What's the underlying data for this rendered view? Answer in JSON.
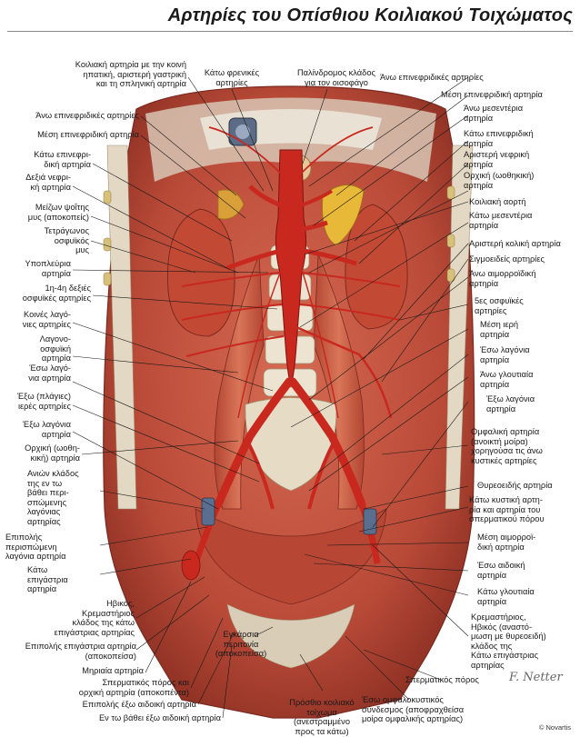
{
  "title": "Αρτηρίες του Οπίσθιου Κοιλιακού Τοιχώματος",
  "credit": "© Novartis",
  "signature": "F. Netter",
  "labels": {
    "L1": "Κοιλιακή αρτηρία με την κοινή\nηπατική, αριστερή γαστρική\nκαι τη σπληνική αρτηρία",
    "L2": "Άνω επινεφριδικές αρτηρίες",
    "L3": "Μέση επινεφριδική αρτηρία",
    "L4": "Κάτω επινεφρι-\nδική αρτηρία",
    "L5": "Δεξιά νεφρι-\nκή αρτηρία",
    "L6": "Μείζων ψοΐτης\nμυς (αποκοπείς)",
    "L7": "Τετράγωνος\nοσφυϊκός\nμυς",
    "L8": "Υποπλεύρια\nαρτηρία",
    "L9": "1η-4η δεξιές\nοσφυϊκές αρτηρίες",
    "L10": "Κοινές λαγό-\nνιες αρτηρίες",
    "L11": "Λαγονο-\nοσφυϊκή\nαρτηρία",
    "L12": "Έσω λαγό-\nνια αρτηρία",
    "L13": "Έξω (πλάγιες)\nιερές αρτηρίες",
    "L14": "Έξω λαγόνια\nαρτηρία",
    "L15": "Ορχική (ωοθη-\nκική) αρτηρία",
    "L16": "Ανιών κλάδος\nτης εν τω\nβάθει περι-\nσπώμενης\nλαγόνιας\nαρτηρίας",
    "L17": "Επιπολής\nπερισπώμενη\nλαγόνια αρτηρία",
    "L18": "Κάτω\nεπιγάστρια\nαρτηρία",
    "L19": "Ηβικός,\nΚρεμαστήριος\nκλάδος της κάτω\nεπιγάστριας αρτηρίας",
    "L20": "Επιπολής επιγάστρια αρτηρία\n(αποκοπείσα)",
    "L21": "Μηριαία αρτηρία",
    "L22": "Σπερματικός πόρος και\nορχική αρτηρία (αποκοπέντα)",
    "L23": "Επιπολής έξω αιδοική αρτηρία",
    "L24": "Εν τω βάθει έξω αιδοική αρτηρία",
    "T1": "Κάτω φρενικές\nαρτηρίες",
    "T2": "Παλίνδρομος κλάδος\nγια τον οισοφάγο",
    "B1": "Εγκάρσια\nπεριτονία\n(αποκοπείσα)",
    "B2": "Πρόσθιο κοιλιακό\nτοίχωμα\n(ανεστραμμένο\nπρος τα κάτω)",
    "R1": "Άνω επινεφριδικές αρτηρίες",
    "R2": "Μέση επινεφριδική αρτηρία",
    "R3": "Άνω μεσεντέρια\nαρτηρία",
    "R4": "Κάτω επινεφριδική\nαρτηρία",
    "R5": "Αριστερή νεφρική\nαρτηρία",
    "R6": "Ορχική (ωοθηκική)\nαρτηρία",
    "R7": "Κοιλιακή αορτή",
    "R8": "Κάτω μεσεντέρια\nαρτηρία",
    "R9": "Αριστερή κολική αρτηρία",
    "R10": "Σιγμοειδείς αρτηρίες",
    "R11": "Άνω αιμορροϊδική\nαρτηρία",
    "R12": "5ες οσφυϊκές\nαρτηρίες",
    "R13": "Μέση ιερή\nαρτηρία",
    "R14": "Έσω λαγόνια\nαρτηρία",
    "R15": "Άνω γλουτιαία\nαρτηρία",
    "R16": "Έξω λαγόνια\nαρτηρία",
    "R17": "Ομφαλική αρτηρία\n(ανοικτή μοίρα)\nχορηγούσα τις άνω\nκυστικές αρτηρίες",
    "R18": "Θυρεοειδής αρτηρία",
    "R19": "Κάτω κυστική αρτη-\nρία και αρτηρία του\nσπερματικού πόρου",
    "R20": "Μέση αιμορροϊ-\nδική αρτηρία",
    "R21": "Έσω αιδοική\nαρτηρία",
    "R22": "Κάτω γλουτιαία\nαρτηρία",
    "R23": "Κρεμαστήριος,\nΗβικός (αναστό-\nμωση με θυρεοειδή)\nκλάδος της\nΚάτω επιγάστριας\nαρτηρίας",
    "R24": "Σπερματικός πόρος",
    "R25": "Έσω ομφαλοκυστικός\nσύνδεσμος (αποφραχθείσα\nμοίρα ομφαλικής αρτηρίας)"
  },
  "colors": {
    "artery": "#c8281e",
    "muscle": "#c5523f",
    "fascia": "#d9d4c2",
    "fat": "#e8b838",
    "vein": "#5a6f8f"
  }
}
